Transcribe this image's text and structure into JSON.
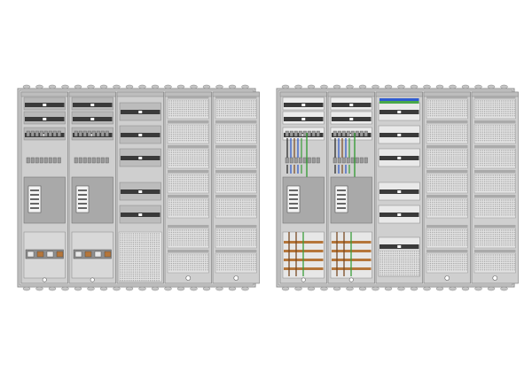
{
  "colors": {
    "background": "#ffffff",
    "frame": "#d9d9d9",
    "frame_stroke": "#8c8c8c",
    "panel_closed": "#a7a7a7",
    "panel_open": "#e6e6e6",
    "rail": "#3a3a3a",
    "dots": "#c8c8c8",
    "perforated": "#d4d4d4",
    "busbar_copper": "#b5763a",
    "wire_green": "#3a9d3a",
    "wire_blue": "#2c56c8",
    "wire_black": "#222222",
    "wire_brown": "#7a4a22",
    "terminal_green": "#49a84a",
    "terminal_blue": "#2f5bd0"
  },
  "views": [
    {
      "id": "front-view-with-covers",
      "columns": 5
    },
    {
      "id": "open-view-wiring",
      "columns": 5
    }
  ]
}
